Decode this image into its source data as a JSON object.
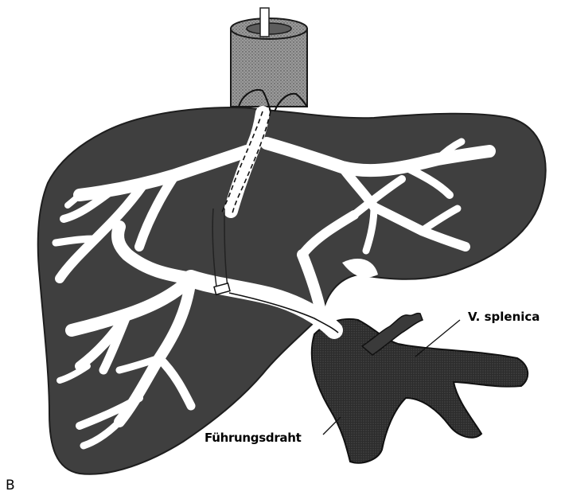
{
  "labels": {
    "vena_splenica": "V. splenica",
    "guide_wire": "Führungsdraht",
    "panel": "B"
  },
  "colors": {
    "liver": "#3f3f3f",
    "vessel_dark": "#2b2b2b",
    "sheath": "#8c8c8c",
    "vessel_lumen": "#ffffff",
    "background": "#ffffff"
  }
}
